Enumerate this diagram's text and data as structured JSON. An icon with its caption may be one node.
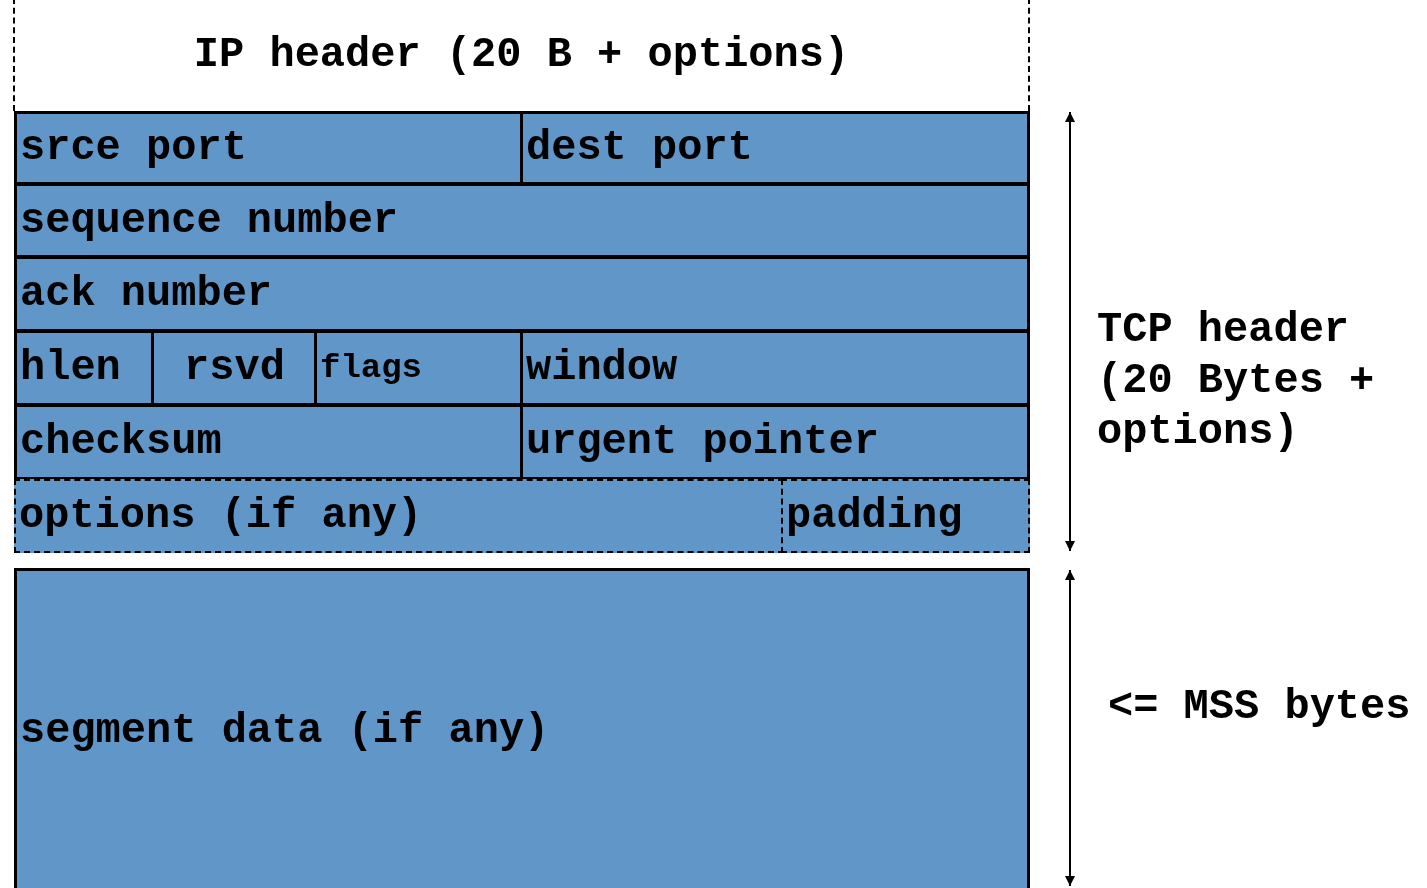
{
  "diagram": {
    "nodes": [
      {
        "text": [
          "IP header (20 B + options)"
        ]
      },
      {
        "text": [
          "srce port"
        ]
      },
      {
        "text": [
          "dest port"
        ]
      },
      {
        "text": [
          "sequence number"
        ]
      },
      {
        "text": [
          "ack number"
        ]
      },
      {
        "text": [
          "hlen"
        ]
      },
      {
        "text": [
          "rsvd"
        ]
      },
      {
        "text": [
          "flags"
        ]
      },
      {
        "text": [
          "window"
        ]
      },
      {
        "text": [
          "checksum"
        ]
      },
      {
        "text": [
          "urgent pointer"
        ]
      },
      {
        "text": [
          "options (if any)"
        ]
      },
      {
        "text": [
          "padding"
        ]
      },
      {
        "text": [
          "segment data (if any)"
        ]
      }
    ],
    "labels": [
      "TCP header (20 Bytes + options)",
      "<= MSS bytes"
    ]
  }
}
